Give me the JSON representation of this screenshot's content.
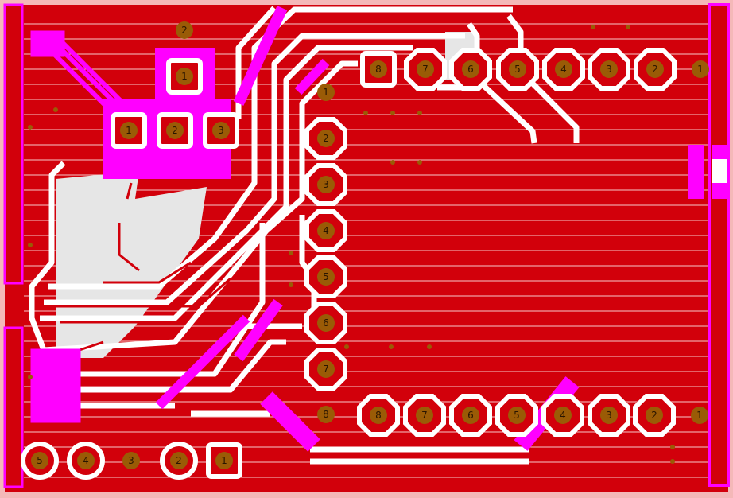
{
  "colors": {
    "copper": "#d2000b",
    "clearance": "#ffffff",
    "silk": "#ff00ff",
    "void": "#e6e6e6",
    "pad_core": "#9a5b06",
    "outline": "#f4b8b8"
  },
  "pins": {
    "top_row": [
      "8",
      "7",
      "6",
      "5",
      "4",
      "3",
      "2",
      "1"
    ],
    "mid_column_top": "1",
    "mid_column": [
      "2",
      "3",
      "4",
      "5",
      "6",
      "7"
    ],
    "mid_column_bottom": "8",
    "bottom_row": [
      "8",
      "7",
      "6",
      "5",
      "4",
      "3",
      "2",
      "1"
    ],
    "bottom_left": [
      "5",
      "4",
      "3",
      "2",
      "1"
    ],
    "regulator": [
      "1",
      "2",
      "3"
    ],
    "reg_top": [
      "2",
      "1"
    ]
  }
}
